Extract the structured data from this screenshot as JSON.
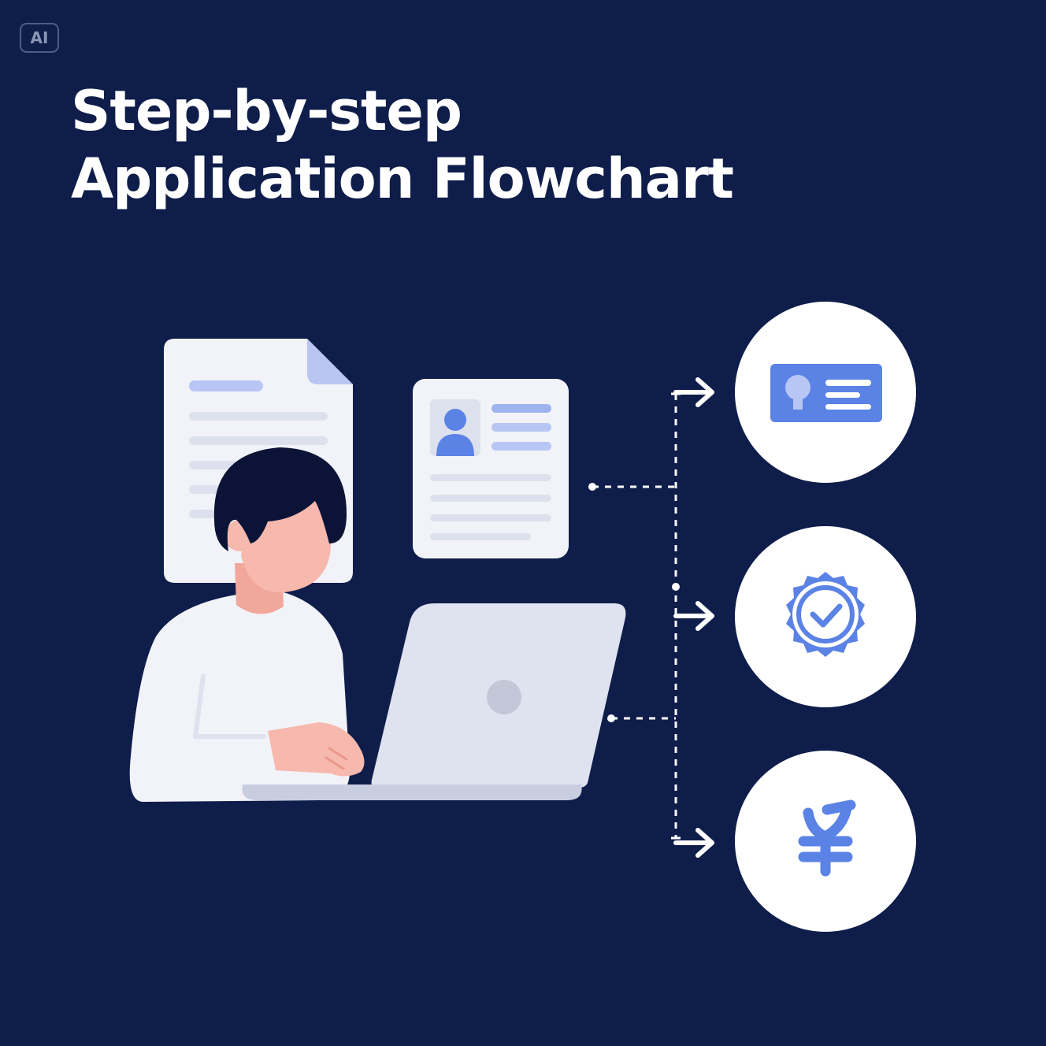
{
  "badge": {
    "label": "AI"
  },
  "title": {
    "line1": "Step-by-step",
    "line2": "Application Flowchart"
  },
  "colors": {
    "background": "#0f1d4a",
    "accent": "#5b82e5",
    "accent_light": "#b7c6f4",
    "card": "#f2f3f8",
    "skin": "#f7b8ad",
    "hair": "#0b1436"
  },
  "icons": {
    "step1": "id-card-icon",
    "step2": "verified-badge-icon",
    "step3": "yen-icon"
  }
}
